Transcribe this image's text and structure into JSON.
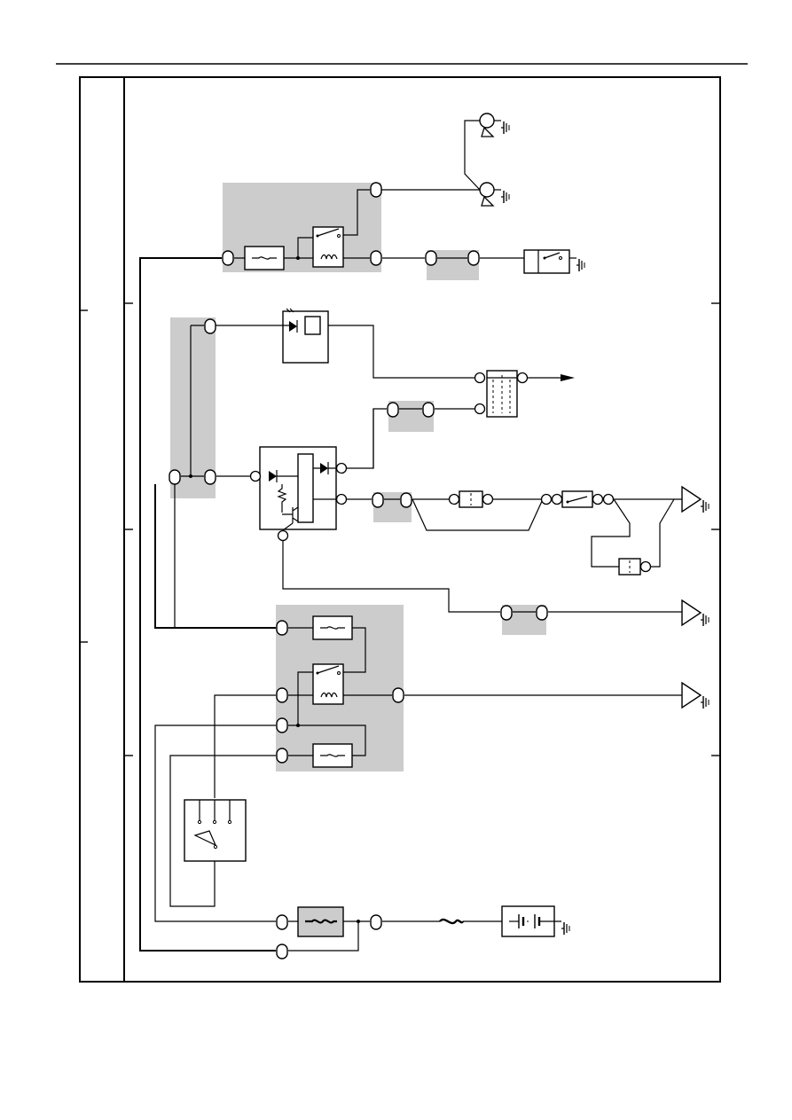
{
  "page": {
    "header_rule": true,
    "frame": true
  },
  "colors": {
    "line": "#000000",
    "junction_block_shade": "#cccccc",
    "background": "#ffffff"
  },
  "components": [
    "horn-high-icon",
    "horn-low-icon",
    "horn-relay-block",
    "horn-switch-icon",
    "indicator-lamp-box",
    "combination-meter-connector",
    "body-ecu-box",
    "security-horn-connector",
    "ground-triangle-icon",
    "engine-room-relay-block",
    "ignition-switch-box",
    "fusible-link-icon",
    "battery-icon"
  ]
}
